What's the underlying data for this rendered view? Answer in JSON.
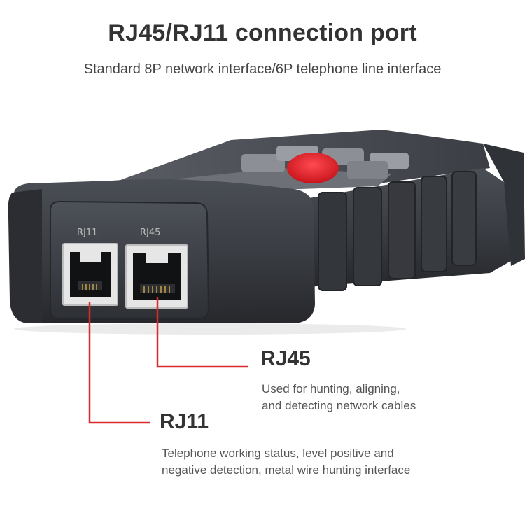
{
  "header": {
    "title": "RJ45/RJ11 connection port",
    "subtitle": "Standard 8P network interface/6P telephone line interface"
  },
  "device": {
    "port_labels": {
      "rj11": "RJ11",
      "rj45": "RJ45"
    },
    "colors": {
      "body": "#3a3d43",
      "body_dark": "#25272b",
      "button_gray": "#8c8f95",
      "button_red": "#e8202a",
      "port_frame": "#e6e6e6",
      "callout_line": "#d92b2b"
    }
  },
  "callouts": {
    "rj45": {
      "title": "RJ45",
      "description": "Used for hunting, aligning,\nand detecting network cables"
    },
    "rj11": {
      "title": "RJ11",
      "description": "Telephone working status, level positive and\nnegative detection, metal wire hunting interface"
    }
  }
}
